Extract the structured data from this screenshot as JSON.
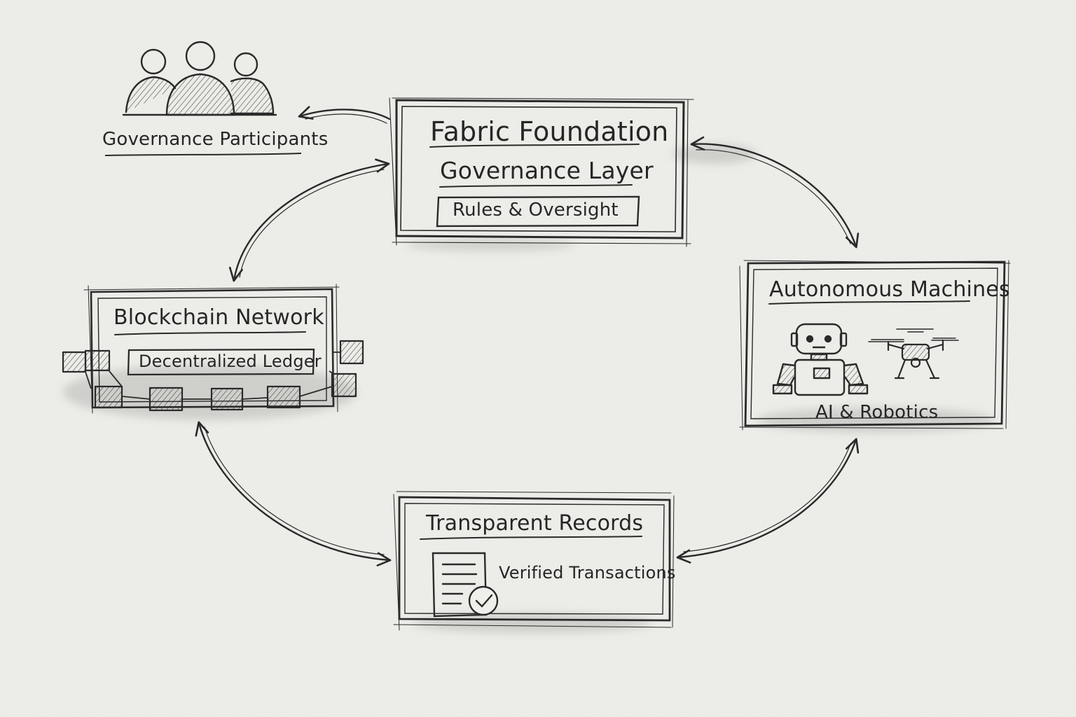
{
  "nodes": {
    "governance_participants": {
      "label": "Governance Participants"
    },
    "fabric_foundation": {
      "title": "Fabric Foundation",
      "subtitle": "Governance Layer",
      "tag": "Rules & Oversight"
    },
    "blockchain_network": {
      "title": "Blockchain Network",
      "tag": "Decentralized Ledger"
    },
    "autonomous_machines": {
      "title": "Autonomous Machines",
      "caption": "AI & Robotics",
      "icons": [
        "robot-icon",
        "drone-icon"
      ]
    },
    "transparent_records": {
      "title": "Transparent Records",
      "caption": "Verified Transactions",
      "icons": [
        "document-check-icon"
      ]
    }
  },
  "edges": [
    {
      "from": "fabric_foundation",
      "to": "governance_participants",
      "direction": "one-way"
    },
    {
      "from": "fabric_foundation",
      "to": "blockchain_network",
      "direction": "two-way"
    },
    {
      "from": "fabric_foundation",
      "to": "autonomous_machines",
      "direction": "two-way"
    },
    {
      "from": "blockchain_network",
      "to": "transparent_records",
      "direction": "two-way"
    },
    {
      "from": "autonomous_machines",
      "to": "transparent_records",
      "direction": "two-way"
    }
  ],
  "style": {
    "ink": "#2a2a2a",
    "paper": "#efefeb"
  }
}
